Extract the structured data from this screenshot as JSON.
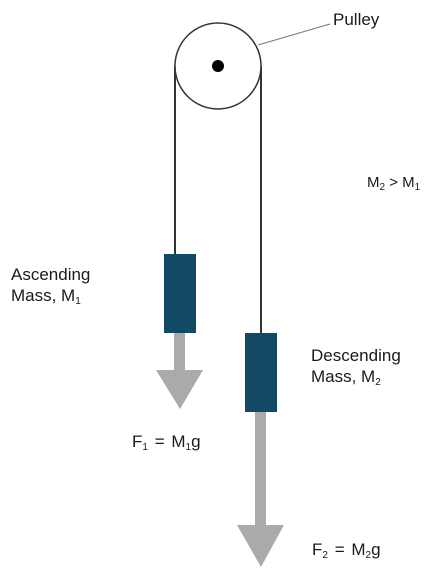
{
  "colors": {
    "mass": "#124a66",
    "arrow": "#aaaaaa",
    "rope": "#333333",
    "pulley_stroke": "#333333",
    "axle": "#000000",
    "text": "#1a1a1a"
  },
  "labels": {
    "pulley": "Pulley",
    "relation": {
      "m2": "M",
      "m2_sub": "2",
      "op": " > ",
      "m1": "M",
      "m1_sub": "1"
    },
    "ascending": {
      "line1": "Ascending",
      "line2": "Mass, M",
      "sub": "1"
    },
    "descending": {
      "line1": "Descending",
      "line2": "Mass, M",
      "sub": "2"
    },
    "force1": {
      "f": "F",
      "f_sub": "1",
      "eq": "=",
      "m": "M",
      "m_sub": "1",
      "g": "g"
    },
    "force2": {
      "f": "F",
      "f_sub": "2",
      "eq": "=",
      "m": "M",
      "m_sub": "2",
      "g": "g"
    }
  }
}
